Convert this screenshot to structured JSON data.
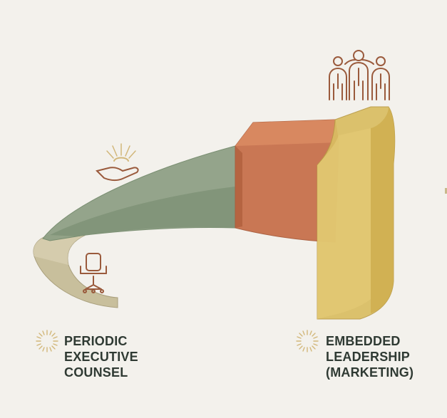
{
  "labels": {
    "left": [
      "PERIODIC",
      "EXECUTIVE",
      "COUNSEL"
    ],
    "right": [
      "EMBEDDED",
      "LEADERSHIP",
      "(MARKETING)"
    ]
  },
  "colors": {
    "background": "#f3f1ec",
    "beige": "#c4bb98",
    "sage": "#8fa086",
    "terracotta": "#c7714c",
    "mustard": "#d9bd62",
    "icon_stroke": "#9a5a3c",
    "sun": "#d2b77a",
    "text": "#2f3a33"
  },
  "icons": [
    "office-chair-icon",
    "hand-sun-icon",
    "team-icon",
    "sun-burst-icon"
  ]
}
